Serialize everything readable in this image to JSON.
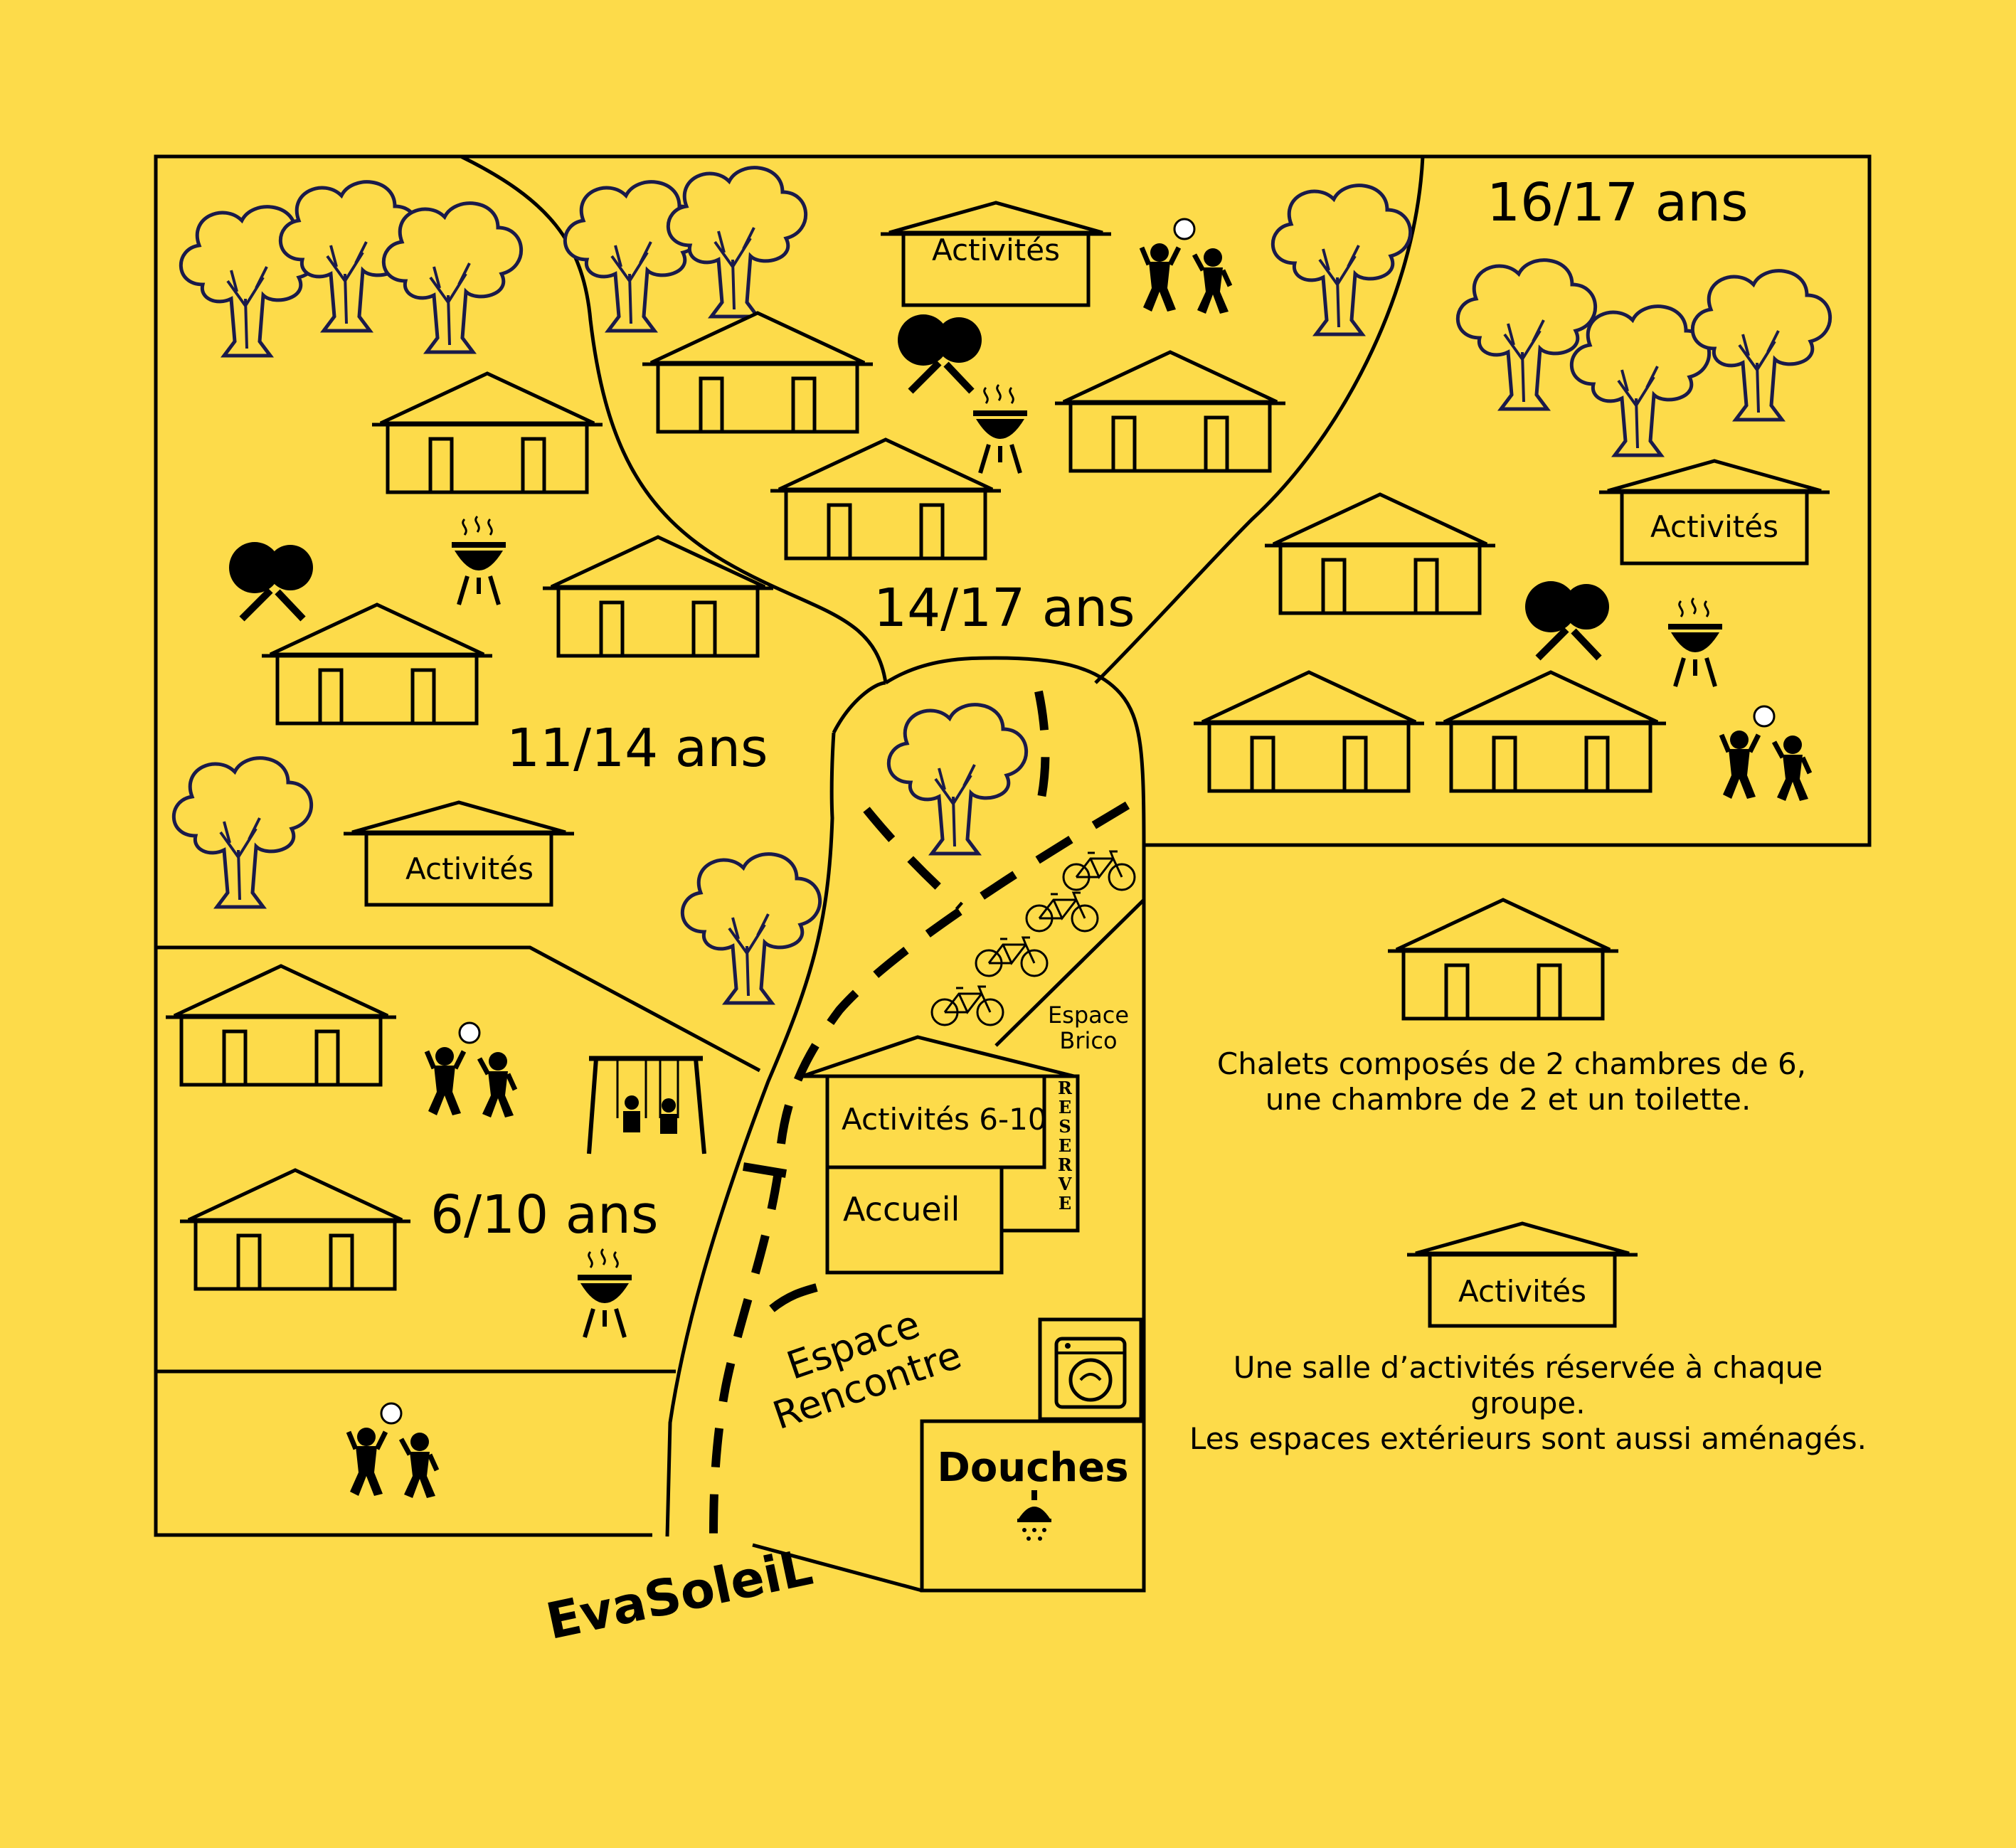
{
  "zones": {
    "age_6_10": "6/10 ans",
    "age_11_14": "11/14 ans",
    "age_14_17": "14/17 ans",
    "age_16_17": "16/17 ans"
  },
  "buildings": {
    "activites": "Activités",
    "activites_6_10": "Activités 6-10",
    "accueil": "Accueil",
    "reserve": "RESERVE",
    "douches": "Douches",
    "espace_brico_line1": "Espace",
    "espace_brico_line2": "Brico",
    "espace_rencontre_line1": "Espace",
    "espace_rencontre_line2": "Rencontre"
  },
  "legend": {
    "chalet_line1": "Chalets composés de 2 chambres de 6,",
    "chalet_line2": "une chambre de 2 et un toilette.",
    "activites_label": "Activités",
    "activites_line1": "Une salle d’activités réservée à chaque",
    "activites_line2": "groupe.",
    "activites_line3": "Les espaces extérieurs sont aussi aménagés."
  },
  "logo": "EvaSoleiL",
  "colors": {
    "background": "#fddb4a",
    "ink": "#000000"
  },
  "icons": [
    "tree-icon",
    "ping-pong-icon",
    "barbecue-icon",
    "kids-playing-ball-icon",
    "swing-icon",
    "bicycle-icon",
    "washing-machine-icon",
    "shower-icon"
  ]
}
